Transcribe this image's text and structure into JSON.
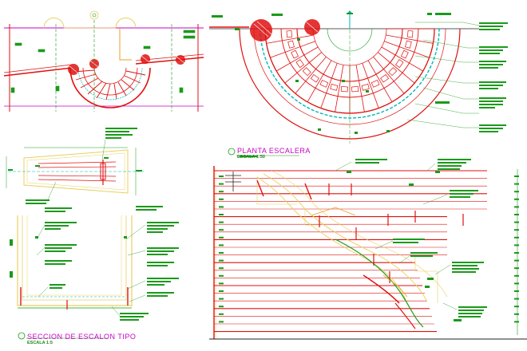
{
  "titles": {
    "plan_title": "PLANTA ESCALERA",
    "plan_scale": "ESCALA 1:50",
    "section_title": "SECCION DE ESCALON TIPO",
    "section_scale": "ESCALA 1:5"
  },
  "colors": {
    "red": "#e01010",
    "green": "#1a9a1a",
    "cyan": "#00b8b8",
    "magenta": "#c800c8",
    "yellow": "#e8d060",
    "black": "#202020"
  }
}
